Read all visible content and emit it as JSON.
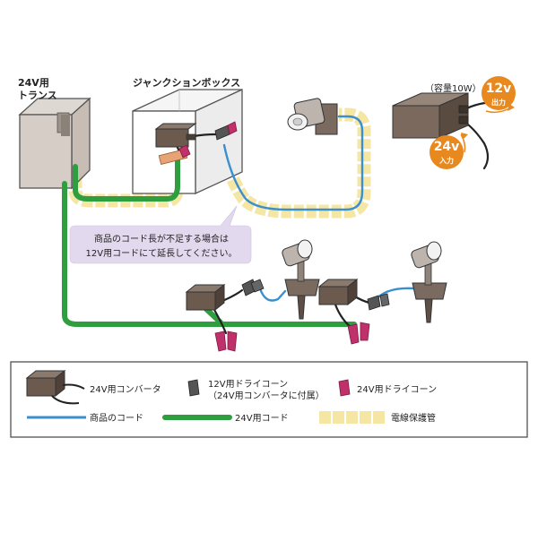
{
  "labels": {
    "transformer_line1": "24V用",
    "transformer_line2": "トランス",
    "junction_box": "ジャンクションボックス",
    "capacity": "（容量10W）",
    "out_voltage": "12v",
    "out_label": "出力",
    "in_voltage": "24v",
    "in_label": "入力",
    "note_line1": "商品のコード長が不足する場合は",
    "note_line2": "12V用コードにて延長してください。"
  },
  "legend": {
    "converter": "24V用コンバータ",
    "cone12_line1": "12V用ドライコーン",
    "cone12_line2": "（24V用コンバータに付属）",
    "cone24": "24V用ドライコーン",
    "product_cord": "商品のコード",
    "cord24": "24V用コード",
    "conduit": "電線保護管"
  },
  "colors": {
    "green_cord": "#2e9e3e",
    "blue_cord": "#3a8fcf",
    "conduit": "#f7e7a6",
    "device_brown": "#6b5a4d",
    "pink_cone": "#c0306a",
    "orange_badge": "#e8891f",
    "note_bg": "#e3d9ee"
  }
}
